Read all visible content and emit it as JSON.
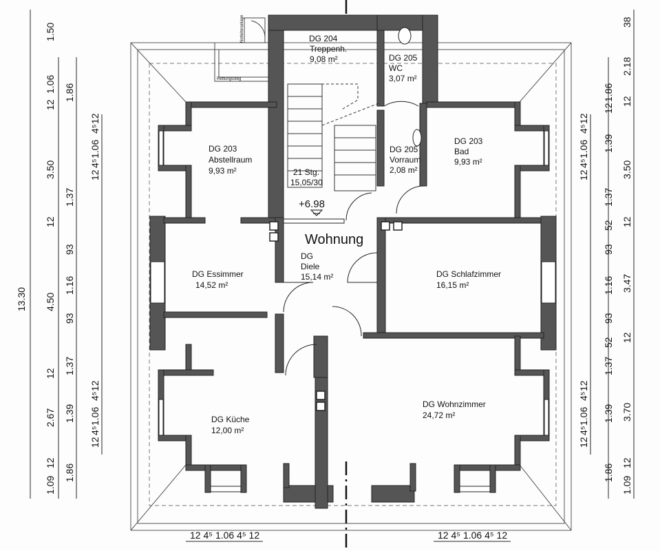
{
  "plan": {
    "title": "Wohnung",
    "level": "+6.98",
    "stair": {
      "count": "21 Stg.",
      "ratio": "15,05/30"
    },
    "labels": {
      "railing": "Rettungssteg",
      "hatch": "Notleiteranlage"
    }
  },
  "rooms": [
    {
      "id": "treppenhaus",
      "lines": [
        "DG 204",
        "Treppenh.",
        "9,08 m²"
      ]
    },
    {
      "id": "wc",
      "lines": [
        "DG 205",
        "WC",
        "3,07 m²"
      ]
    },
    {
      "id": "vorraum",
      "lines": [
        "DG 205",
        "Vorraum",
        "2,08 m²"
      ]
    },
    {
      "id": "bad",
      "lines": [
        "DG 203",
        "Bad",
        "9,93 m²"
      ]
    },
    {
      "id": "abstellraum",
      "lines": [
        "DG 203",
        "Abstellraum",
        "9,93 m²"
      ]
    },
    {
      "id": "diele",
      "lines": [
        "DG",
        "Diele",
        "15,14 m²"
      ]
    },
    {
      "id": "essimmer",
      "lines": [
        "DG Essimmer",
        "14,52 m²"
      ]
    },
    {
      "id": "schlafzimmer",
      "lines": [
        "DG Schlafzimmer",
        "16,15 m²"
      ]
    },
    {
      "id": "kueche",
      "lines": [
        "DG Küche",
        "12,00 m²"
      ]
    },
    {
      "id": "wohnzimmer",
      "lines": [
        "DG Wohnzimmer",
        "24,72 m²"
      ]
    }
  ],
  "dimensions": {
    "left_outer": {
      "total": "13.30",
      "segments": [
        "1.50",
        "3.50",
        "4.50",
        "2.67",
        "1.09"
      ]
    },
    "left_middle": {
      "segments": [
        "1.06",
        "12",
        "1.86",
        "1.37",
        "12",
        "93",
        "1.16",
        "93",
        "12",
        "1.37",
        "1.39",
        "1.86",
        "12"
      ]
    },
    "left_inner": {
      "segments": [
        "12",
        "4⁵",
        "1.06",
        "4⁵",
        "12",
        "12",
        "4⁵",
        "1.06",
        "4⁵",
        "12"
      ]
    },
    "right_inner": {
      "segments": [
        "12",
        "4⁵",
        "1.06",
        "4⁵",
        "12",
        "12",
        "4⁵",
        "1.06",
        "4⁵",
        "12"
      ]
    },
    "right_middle": {
      "segments": [
        "1.86",
        "12",
        "1.39",
        "1.37",
        "52",
        "93",
        "1.16",
        "93",
        "52",
        "1.37",
        "1.39",
        "1.86"
      ]
    },
    "right_outer": {
      "segments": [
        "38",
        "2.18",
        "12",
        "3.50",
        "12",
        "3.47",
        "12",
        "3.70",
        "12",
        "1.09"
      ]
    },
    "bottom_left": "12 4⁵ 1.06 4⁵ 12",
    "bottom_right": "12 4⁵ 1.06 4⁵ 12"
  }
}
